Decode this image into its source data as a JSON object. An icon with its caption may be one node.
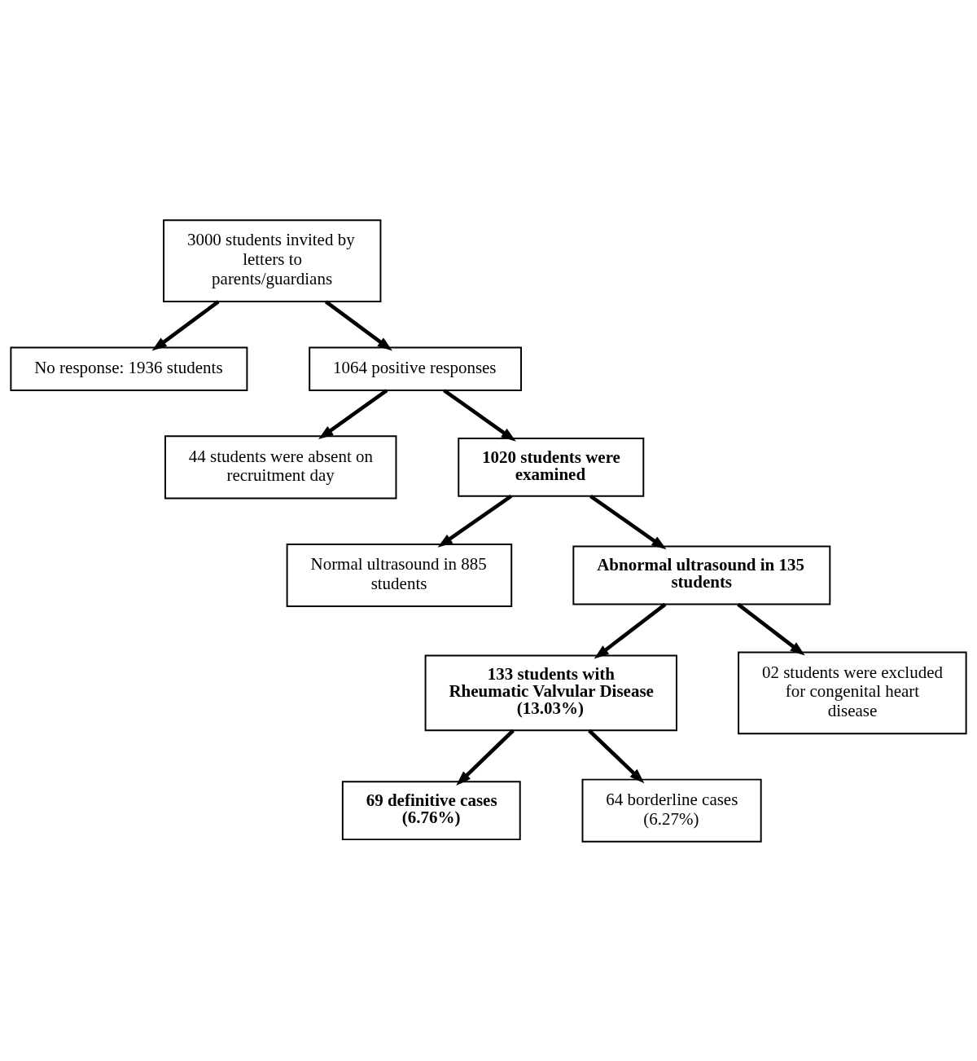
{
  "diagram": {
    "nodes": [
      {
        "text": [
          "3000 students invited by letters to parents/guardians"
        ]
      },
      {
        "text": [
          "No response: 1936 students"
        ]
      },
      {
        "text": [
          "1064 positive responses"
        ]
      },
      {
        "text": [
          "44 students were absent on recruitment day"
        ]
      },
      {
        "text": [
          "1020 students were examined"
        ]
      },
      {
        "text": [
          "Normal ultrasound in 885 students"
        ]
      },
      {
        "text": [
          "Abnormal ultrasound in 135 students"
        ]
      },
      {
        "text": [
          "133 students with Rheumatic Valvular Disease (13.03%)"
        ]
      },
      {
        "text": [
          "02 students were excluded for congenital heart disease"
        ]
      },
      {
        "text": [
          "69 definitive cases (6.76%)"
        ]
      },
      {
        "text": [
          "64 borderline cases (6.27%)"
        ]
      }
    ],
    "edges": [
      {
        "from": 0,
        "to": 1,
        "arrow": "to"
      },
      {
        "from": 0,
        "to": 2,
        "arrow": "to"
      },
      {
        "from": 2,
        "to": 3,
        "arrow": "to"
      },
      {
        "from": 2,
        "to": 4,
        "arrow": "to"
      },
      {
        "from": 4,
        "to": 5,
        "arrow": "to"
      },
      {
        "from": 4,
        "to": 6,
        "arrow": "to"
      },
      {
        "from": 6,
        "to": 7,
        "arrow": "to"
      },
      {
        "from": 6,
        "to": 8,
        "arrow": "to"
      },
      {
        "from": 7,
        "to": 9,
        "arrow": "to"
      },
      {
        "from": 7,
        "to": 10,
        "arrow": "to"
      }
    ]
  }
}
